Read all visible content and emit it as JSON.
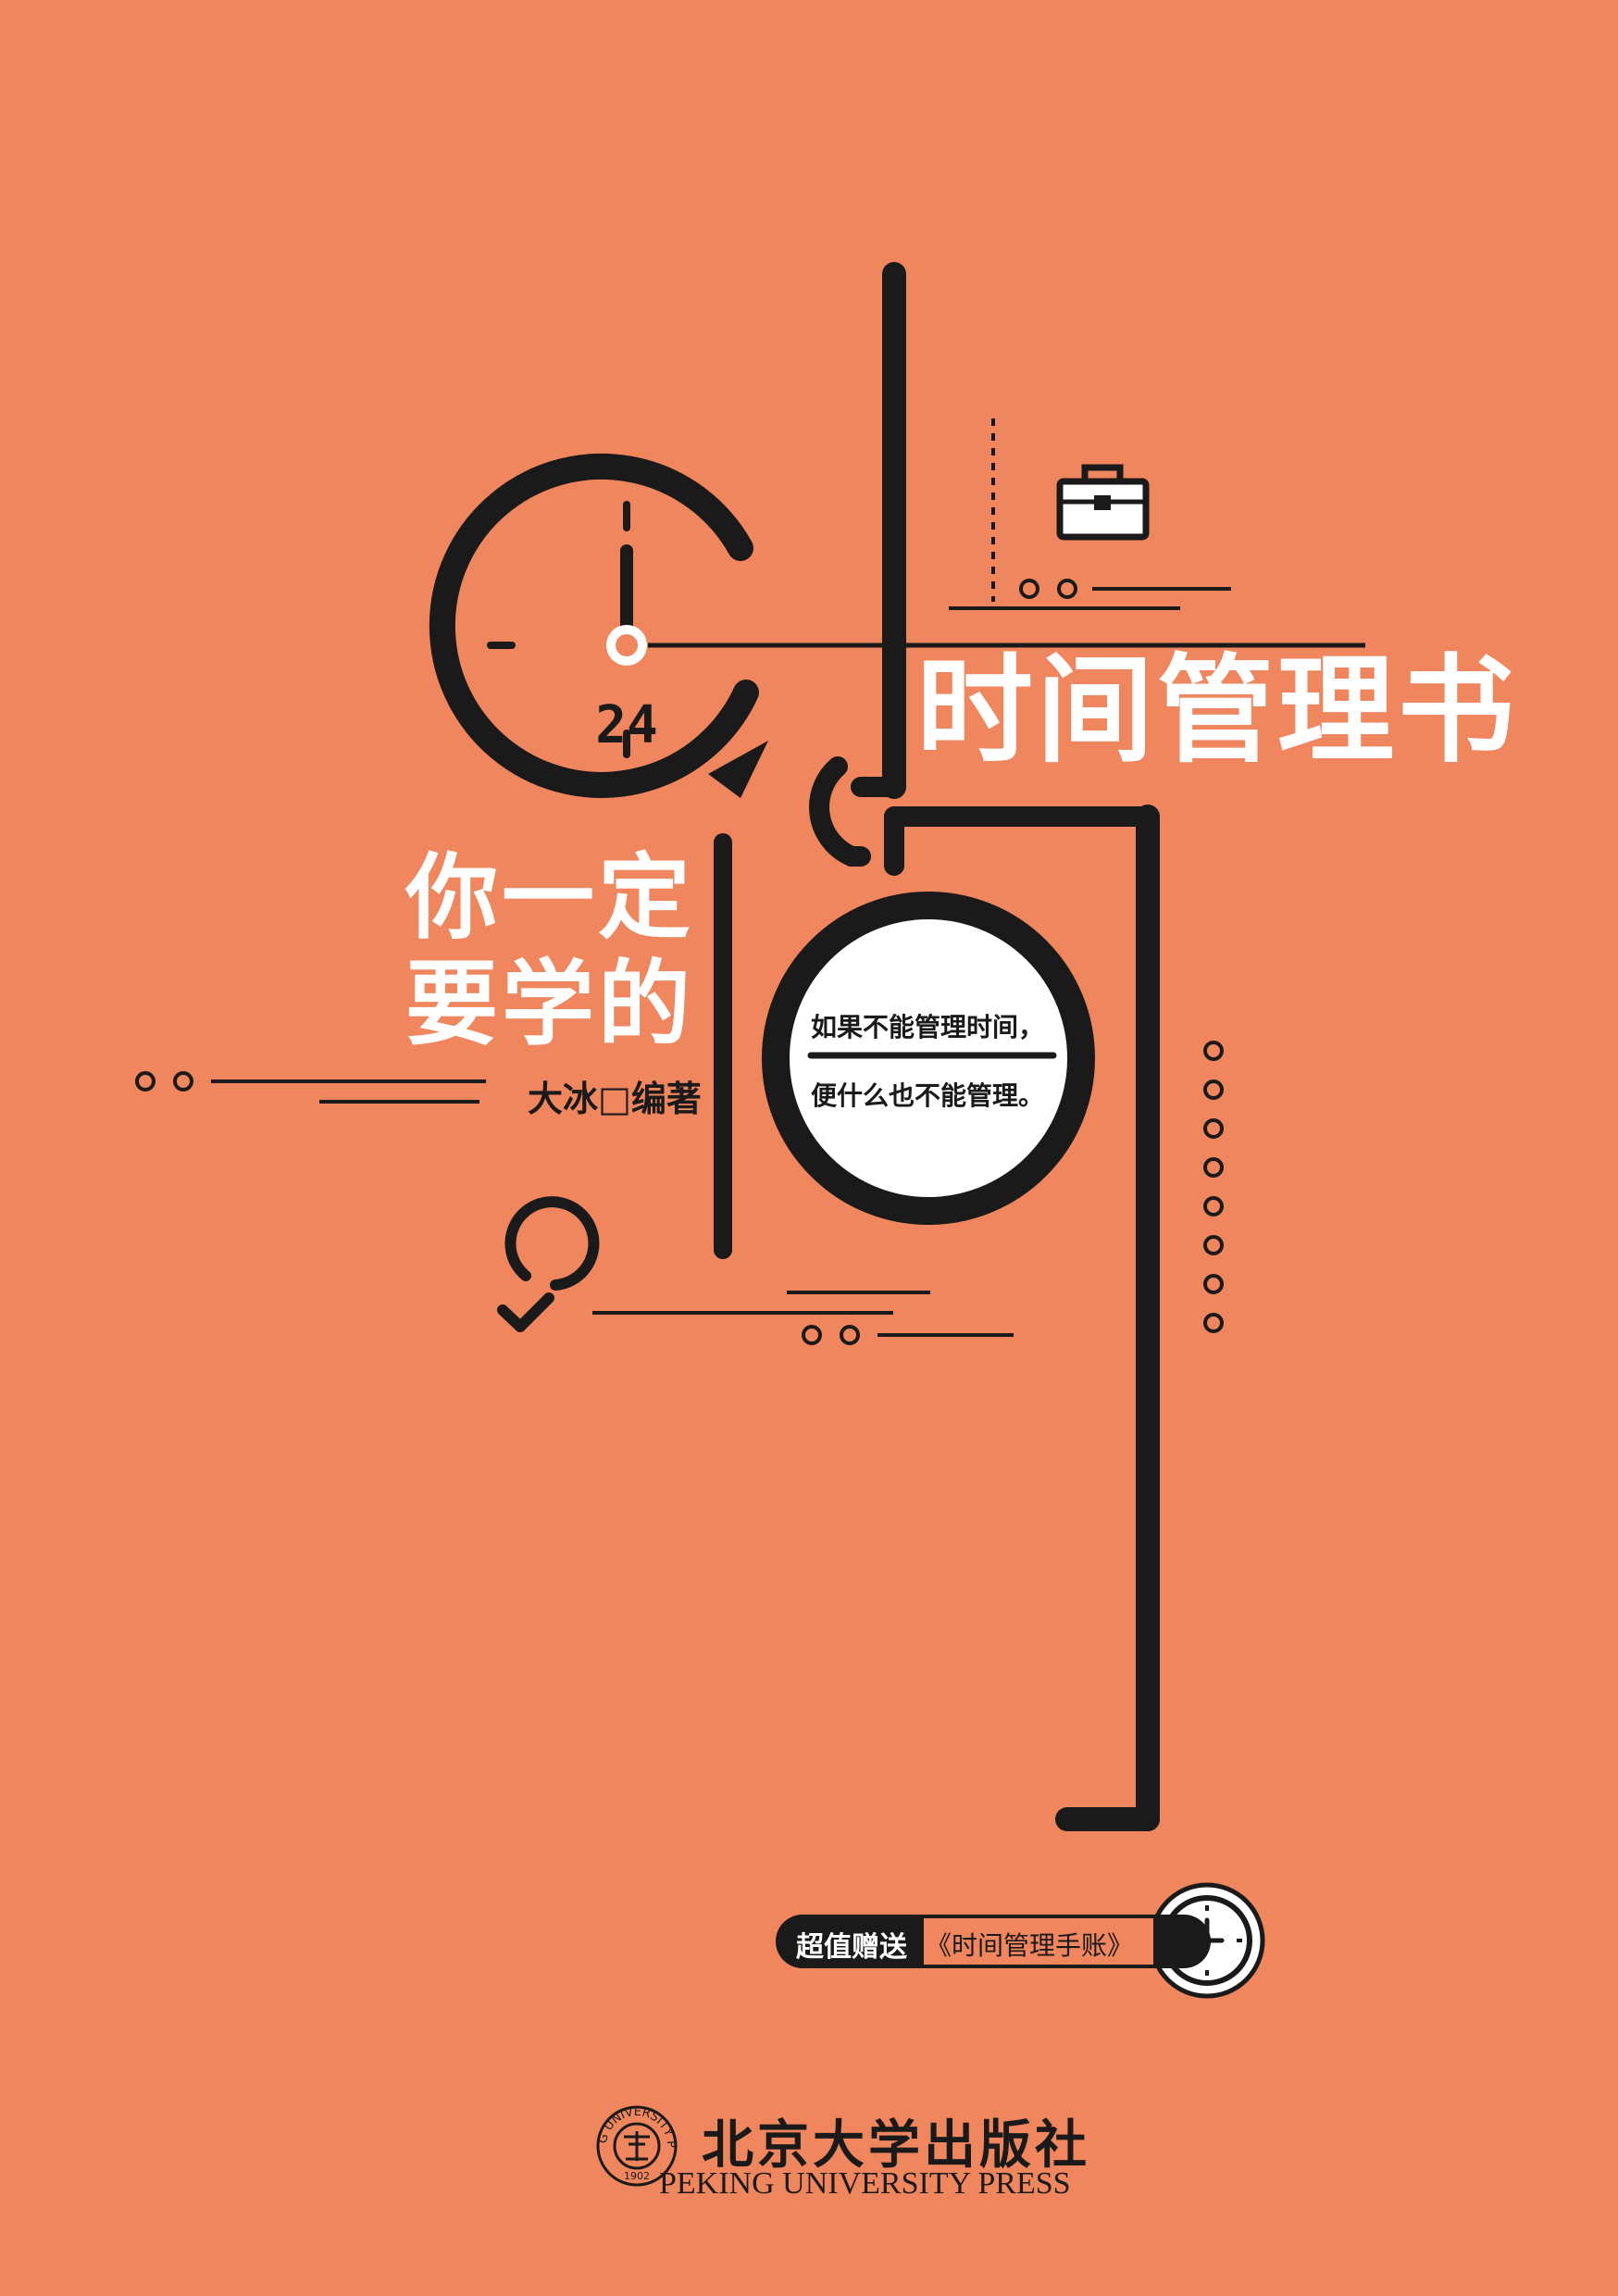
{
  "cover": {
    "title": "时间管理书",
    "subtitle_line1": "你一定",
    "subtitle_line2": "要学的",
    "author": "大冰□编著",
    "clock_number": "24",
    "quote_line1": "如果不能管理时间，",
    "quote_line2": "便什么也不能管理。",
    "gift_label": "超值赠送",
    "gift_item": "《时间管理手账》",
    "publisher_cn": "北京大学出版社",
    "publisher_en": "PEKING UNIVERSITY PRESS",
    "seal_text": "PEKING UNIVERSITY PRESS",
    "seal_year": "1902"
  },
  "colors": {
    "background": "#ef865e",
    "ink": "#1a1a1a",
    "light": "#ffffff"
  },
  "icons": [
    "clock-icon",
    "briefcase-icon",
    "checkmark-icon",
    "small-clock-icon",
    "university-seal-icon"
  ]
}
